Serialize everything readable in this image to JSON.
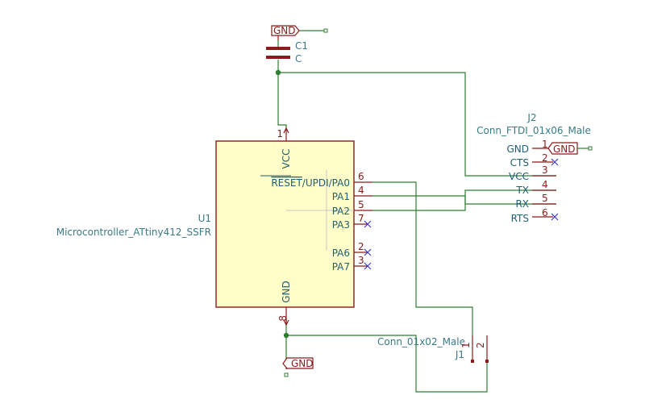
{
  "u1": {
    "ref": "U1",
    "value": "Microcontroller_ATtiny412_SSFR",
    "pins": {
      "vcc": {
        "name": "VCC",
        "num": "1"
      },
      "gnd": {
        "name": "GND",
        "num": "8"
      },
      "pa0": {
        "name_over": "RESET",
        "name_rest": "/UPDI/PA0",
        "num": "6"
      },
      "pa1": {
        "name": "PA1",
        "num": "4"
      },
      "pa2": {
        "name": "PA2",
        "num": "5"
      },
      "pa3": {
        "name": "PA3",
        "num": "7"
      },
      "pa6": {
        "name": "PA6",
        "num": "2"
      },
      "pa7": {
        "name": "PA7",
        "num": "3"
      }
    },
    "colors": {
      "body_fill": "#fffec8",
      "body_stroke": "#8b1a1a"
    }
  },
  "c1": {
    "ref": "C1",
    "value": "C"
  },
  "j2": {
    "ref": "J2",
    "value": "Conn_FTDI_01x06_Male",
    "pins": [
      {
        "name": "GND",
        "num": "1"
      },
      {
        "name": "CTS",
        "num": "2"
      },
      {
        "name": "VCC",
        "num": "3"
      },
      {
        "name": "TX",
        "num": "4"
      },
      {
        "name": "RX",
        "num": "5"
      },
      {
        "name": "RTS",
        "num": "6"
      }
    ]
  },
  "j1": {
    "ref": "J1",
    "value": "Conn_01x02_Male",
    "pins": [
      "1",
      "2"
    ]
  },
  "power": {
    "gnd_top": "GND",
    "gnd_bottom": "GND",
    "gnd_j2": "GND"
  },
  "colors": {
    "wire": "#2e7d32",
    "pin": "#8b1a1a",
    "ref_text": "#3a7a86",
    "no_connect": "#3a3ad0"
  }
}
